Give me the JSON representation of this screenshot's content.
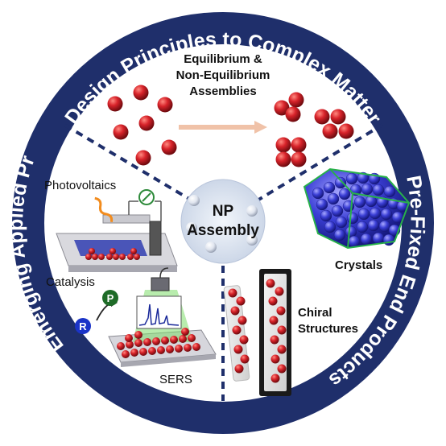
{
  "ring": {
    "top": "Design Principles to Complex Matter",
    "left": "Emerging Applied Properties",
    "right": "Pre-Fixed End Products"
  },
  "center": {
    "line1": "NP",
    "line2": "Assembly"
  },
  "labels": {
    "assembly_line1": "Equilibrium &",
    "assembly_line2": "Non-Equilibrium",
    "assembly_line3": "Assemblies",
    "photovoltaics": "Photovoltaics",
    "catalysis": "Catalysis",
    "sers": "SERS",
    "crystals": "Crystals",
    "chiral_line1": "Chiral",
    "chiral_line2": "Structures"
  },
  "badges": {
    "product": "P",
    "reactant": "R"
  },
  "colors": {
    "ring": "#1f2f6b",
    "nanoparticle": "#c41a1f",
    "crystal": "#3b3fd6",
    "arrow": "#f0c2a8",
    "center_disc": "#dfe6f2"
  }
}
